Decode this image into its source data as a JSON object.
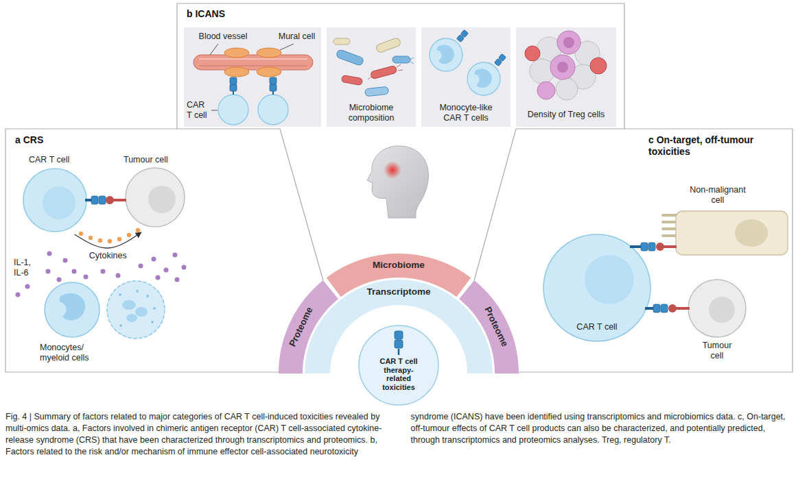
{
  "diagram": {
    "caption": "Fig. 4 | Summary of factors related to major categories of CAR T cell-induced toxicities revealed by multi-omics data. a, Factors involved in chimeric antigen receptor (CAR) T cell-associated cytokine-release syndrome (CRS) that have been characterized through transcriptomics and proteomics. b, Factors related to the risk and/or mechanism of immune effector cell-associated neurotoxicity syndrome (ICANS) have been identified using transcriptomics and microbiomics data. c, On-target, off-tumour effects of CAR T cell products can also be characterized, and potentially predicted, through transcriptomics and proteomics analyses. Treg, regulatory T.",
    "nodes": [
      {
        "text": [
          "a CRS"
        ]
      },
      {
        "text": [
          "CAR T cell"
        ],
        "in": 0
      },
      {
        "text": [
          "Tumour cell"
        ],
        "in": 0
      },
      {
        "text": [
          "Monocytes/ myeloid cells"
        ],
        "in": 0
      },
      {
        "text": [
          "b ICANS"
        ]
      },
      {
        "text": [
          "Blood vessel",
          "Mural cell",
          "CAR T cell"
        ],
        "in": 4
      },
      {
        "text": [
          "Microbiome composition"
        ],
        "in": 4
      },
      {
        "text": [
          "Monocyte-like CAR T cells"
        ],
        "in": 4
      },
      {
        "text": [
          "Density of Treg cells"
        ],
        "in": 4
      },
      {
        "text": [
          "c On-target, off-tumour toxicities"
        ]
      },
      {
        "text": [
          "Non-malignant cell"
        ],
        "in": 9
      },
      {
        "text": [
          "CAR T cell"
        ],
        "in": 9
      },
      {
        "text": [
          "Tumour cell"
        ],
        "in": 9
      },
      {
        "text": [
          "Microbiome"
        ]
      },
      {
        "text": [
          "Proteome"
        ]
      },
      {
        "text": [
          "Transcriptome"
        ]
      },
      {
        "text": [
          "Proteome"
        ]
      },
      {
        "text": [
          "CAR T cell therapy-related toxicities"
        ]
      }
    ],
    "edges": [
      {
        "from": 1,
        "to": 2,
        "label": "Cytokines",
        "arrow": "to"
      }
    ],
    "labels": [
      "IL-1, IL-6"
    ]
  }
}
